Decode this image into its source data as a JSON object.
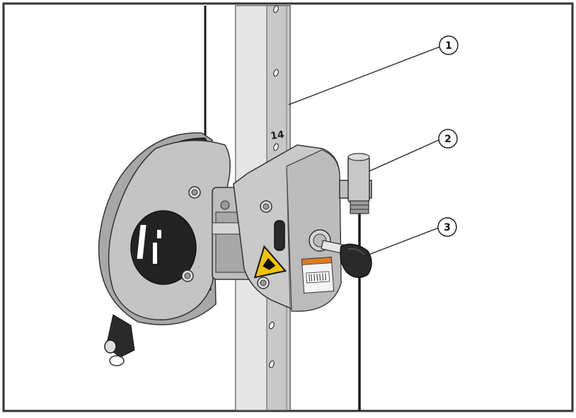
{
  "diagram": {
    "callouts": [
      {
        "number": "1"
      },
      {
        "number": "2"
      },
      {
        "number": "3"
      }
    ],
    "upright_hole_number": "14",
    "colors": {
      "frame_border": "#333333",
      "metal": "#b8b8b8",
      "metal_dark": "#8a8a8a",
      "upright": "#d4d4d4",
      "warning_yellow": "#f2c400",
      "label_orange": "#e07a1f",
      "cable": "#1a1a1a"
    }
  }
}
